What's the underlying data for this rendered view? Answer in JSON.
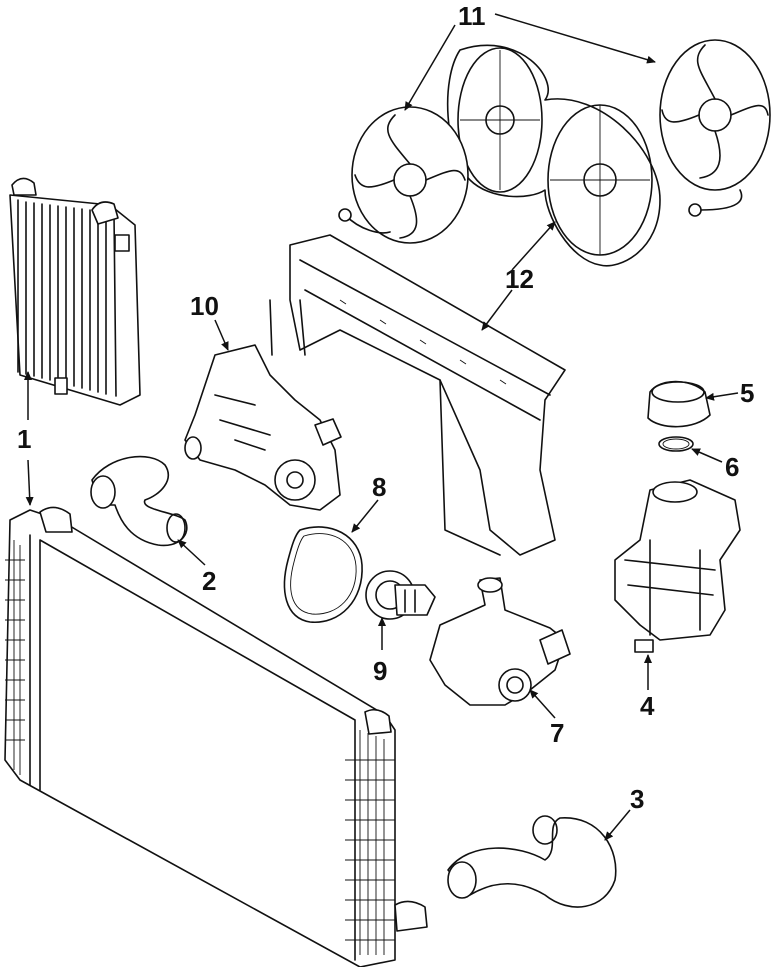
{
  "callouts": [
    {
      "id": "1",
      "text": "1"
    },
    {
      "id": "2",
      "text": "2"
    },
    {
      "id": "3",
      "text": "3"
    },
    {
      "id": "4",
      "text": "4"
    },
    {
      "id": "5",
      "text": "5"
    },
    {
      "id": "6",
      "text": "6"
    },
    {
      "id": "7",
      "text": "7"
    },
    {
      "id": "8",
      "text": "8"
    },
    {
      "id": "9",
      "text": "9"
    },
    {
      "id": "10",
      "text": "10"
    },
    {
      "id": "11",
      "text": "11"
    },
    {
      "id": "12",
      "text": "12"
    }
  ],
  "colors": {
    "ink": "#111111",
    "background": "#ffffff"
  }
}
